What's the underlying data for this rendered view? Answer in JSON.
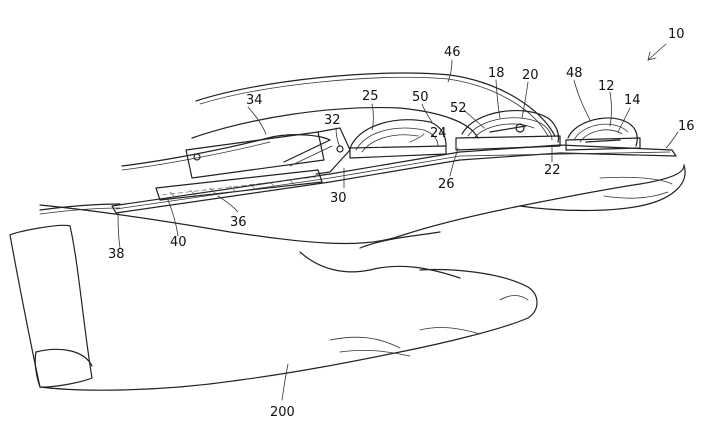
{
  "figure": {
    "labels": {
      "l10": "10",
      "l12": "12",
      "l14": "14",
      "l16": "16",
      "l18": "18",
      "l20": "20",
      "l22": "22",
      "l24": "24",
      "l25": "25",
      "l26": "26",
      "l30": "30",
      "l32": "32",
      "l34": "34",
      "l36": "36",
      "l38": "38",
      "l40": "40",
      "l46": "46",
      "l48": "48",
      "l50": "50",
      "l52": "52",
      "l200": "200"
    }
  }
}
